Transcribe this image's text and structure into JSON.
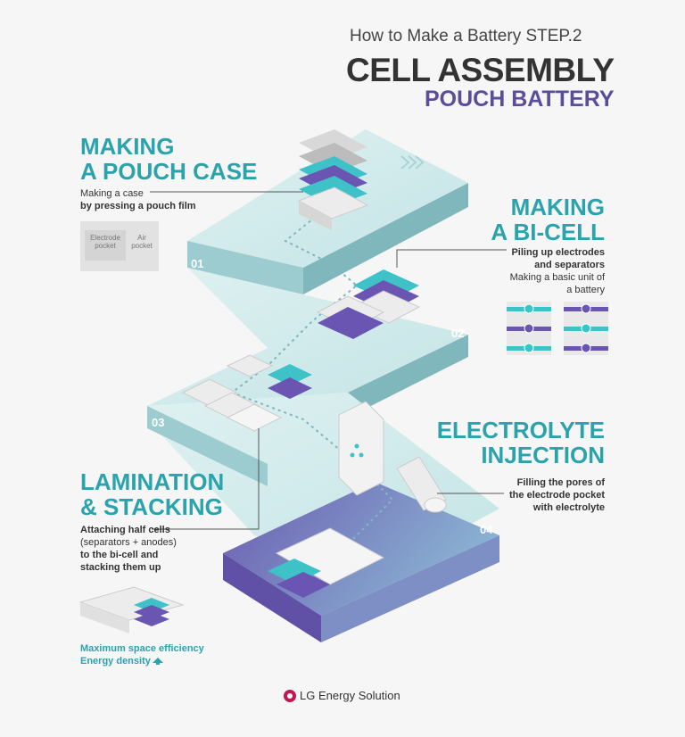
{
  "header": {
    "subtitle": "How to Make a Battery STEP.2",
    "title": "CELL ASSEMBLY",
    "subtitle2": "POUCH BATTERY"
  },
  "steps": [
    {
      "number": "01",
      "title_line1": "MAKING",
      "title_line2": "A POUCH CASE",
      "desc_line1": "Making a case",
      "desc_line2": "by pressing a pouch film",
      "box_labels": [
        "Electrode pocket",
        "Air pocket"
      ]
    },
    {
      "number": "02",
      "title_line1": "MAKING",
      "title_line2": "A BI-CELL",
      "desc_line1": "Piling up electrodes",
      "desc_line2": "and separators",
      "desc_line3": "Making a basic unit of",
      "desc_line4": "a battery"
    },
    {
      "number": "03",
      "title_line1": "LAMINATION",
      "title_line2": "& STACKING",
      "desc_line1": "Attaching half cells",
      "desc_line2": "(separators + anodes)",
      "desc_line3": "to the bi-cell and",
      "desc_line4": "stacking them up",
      "note_line1": "Maximum space efficiency",
      "note_line2": "Energy density"
    },
    {
      "number": "04",
      "title_line1": "ELECTROLYTE",
      "title_line2": "INJECTION",
      "desc_line1": "Filling the pores of",
      "desc_line2": "the electrode pocket",
      "desc_line3": "with electrolyte"
    }
  ],
  "footer": {
    "brand": "LG Energy Solution"
  },
  "colors": {
    "teal": "#2aa3ad",
    "purple": "#5b4c9c",
    "path_top": "#d3ecec",
    "path_side": "#94c6cc"
  }
}
